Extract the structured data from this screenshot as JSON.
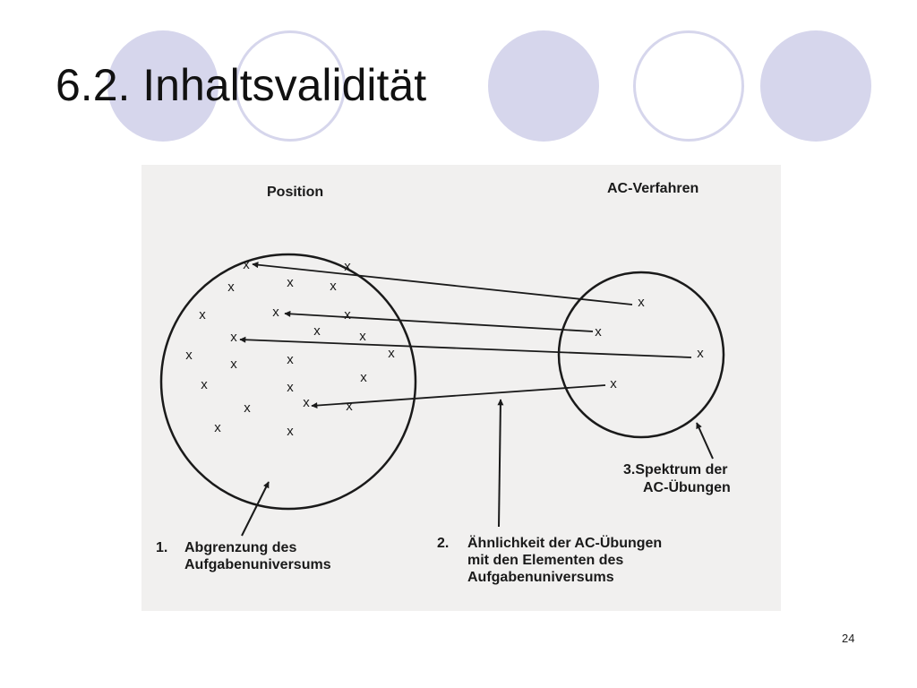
{
  "slide": {
    "title": "6.2. Inhaltsvalidität",
    "page_number": "24"
  },
  "figure": {
    "label_left": "Position",
    "label_right": "AC-Verfahren",
    "caption1": {
      "number": "1.",
      "line1": "Abgrenzung des",
      "line2": "Aufgabenuniversums"
    },
    "caption2": {
      "number": "2.",
      "line1": "Ähnlichkeit der AC-Übungen",
      "line2": "mit den Elementen des",
      "line3": "Aufgabenuniversums"
    },
    "caption3": {
      "line1": "3.Spektrum der",
      "line2": "AC-Übungen"
    },
    "marker": "x"
  }
}
